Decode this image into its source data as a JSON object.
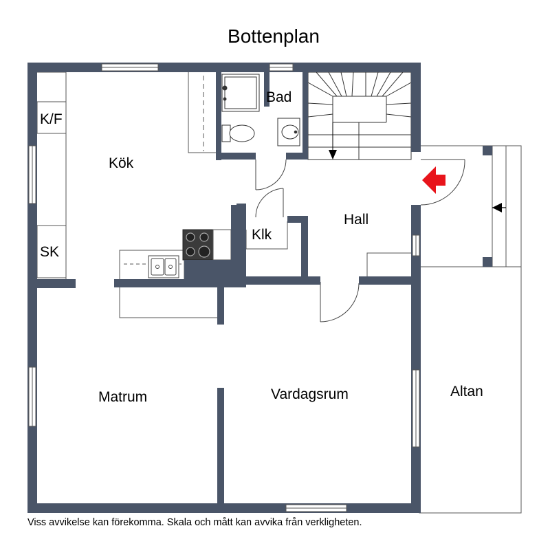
{
  "title": "Bottenplan",
  "rooms": {
    "kok": "Kök",
    "bad": "Bad",
    "kf": "K/F",
    "sk": "SK",
    "klk": "Klk",
    "hall": "Hall",
    "matrum": "Matrum",
    "vardagsrum": "Vardagsrum",
    "altan": "Altan"
  },
  "disclaimer": "Viss avvikelse kan förekomma. Skala och mått kan avvika från verkligheten.",
  "colors": {
    "wall": "#4a5568",
    "line": "#555555",
    "entrance_arrow": "#e8141b",
    "stove": "#3b3b3b"
  },
  "icons": {
    "entrance": "red-entrance-arrow-icon",
    "stairs_down": "down-arrow-icon",
    "altan_stair": "left-arrow-icon"
  }
}
